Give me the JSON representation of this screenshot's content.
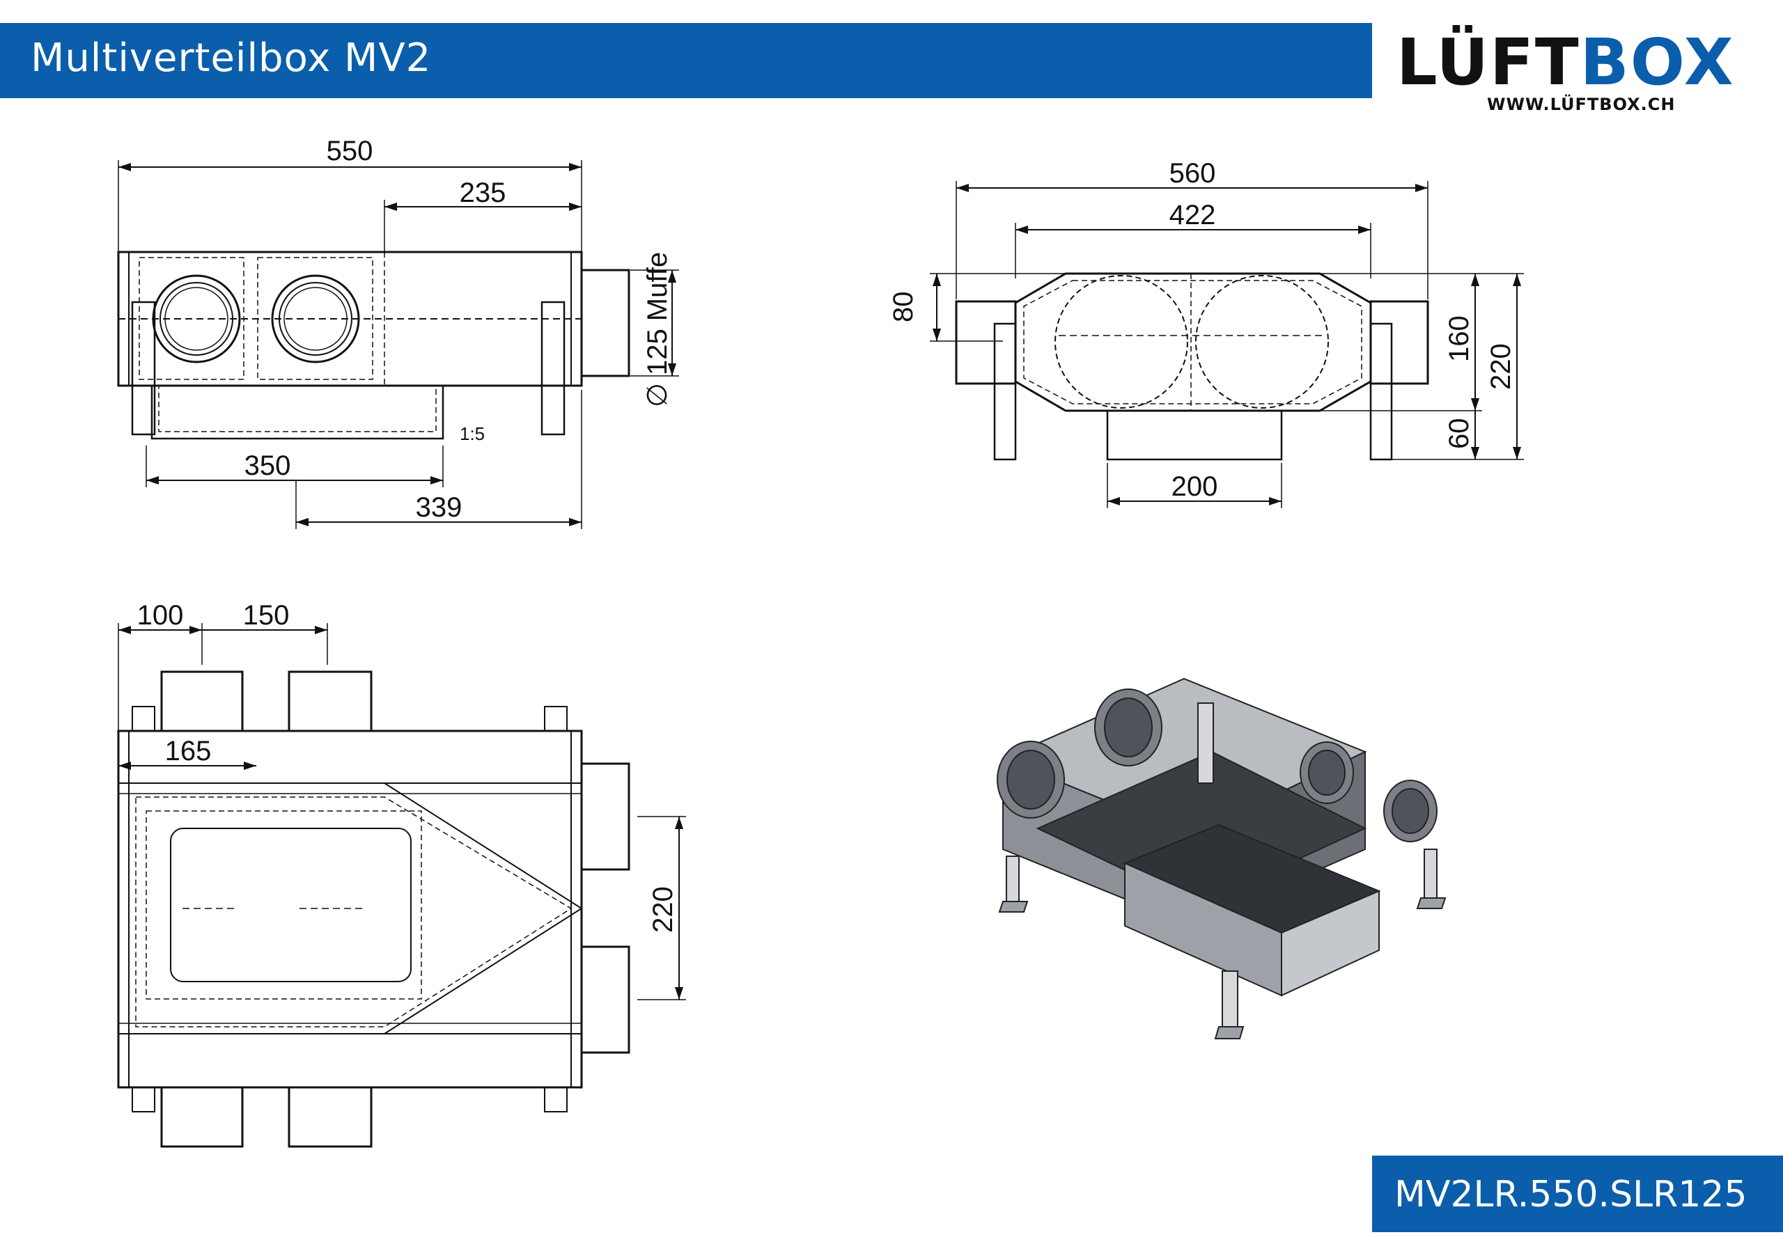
{
  "header": {
    "title": "Multiverteilbox MV2"
  },
  "logo": {
    "brand_black": "LÜFT",
    "brand_blue": "BOX",
    "url": "WWW.LÜFTBOX.CH"
  },
  "product_code": "MV2LR.550.SLR125",
  "colors": {
    "brand_blue": "#0a5eab",
    "line": "#111111",
    "metal_dark": "#3a3d42",
    "metal_mid": "#9ea2a8",
    "metal_light": "#c4c7cc"
  },
  "views": {
    "front": {
      "dims": {
        "overall": "550",
        "spigot_offset": "235",
        "diameter": "∅ 125 Muffe",
        "bottom_width": "350",
        "bottom_offset": "339",
        "scale": "1:5"
      }
    },
    "side": {
      "dims": {
        "overall": "560",
        "body": "422",
        "spigot_height": "80",
        "box_height": "160",
        "total_height": "220",
        "foot_height": "60",
        "bottom_width": "200"
      }
    },
    "top": {
      "dims": {
        "left_offset": "100",
        "spacing": "150",
        "inner_offset": "165",
        "side_spacing": "220"
      }
    }
  }
}
